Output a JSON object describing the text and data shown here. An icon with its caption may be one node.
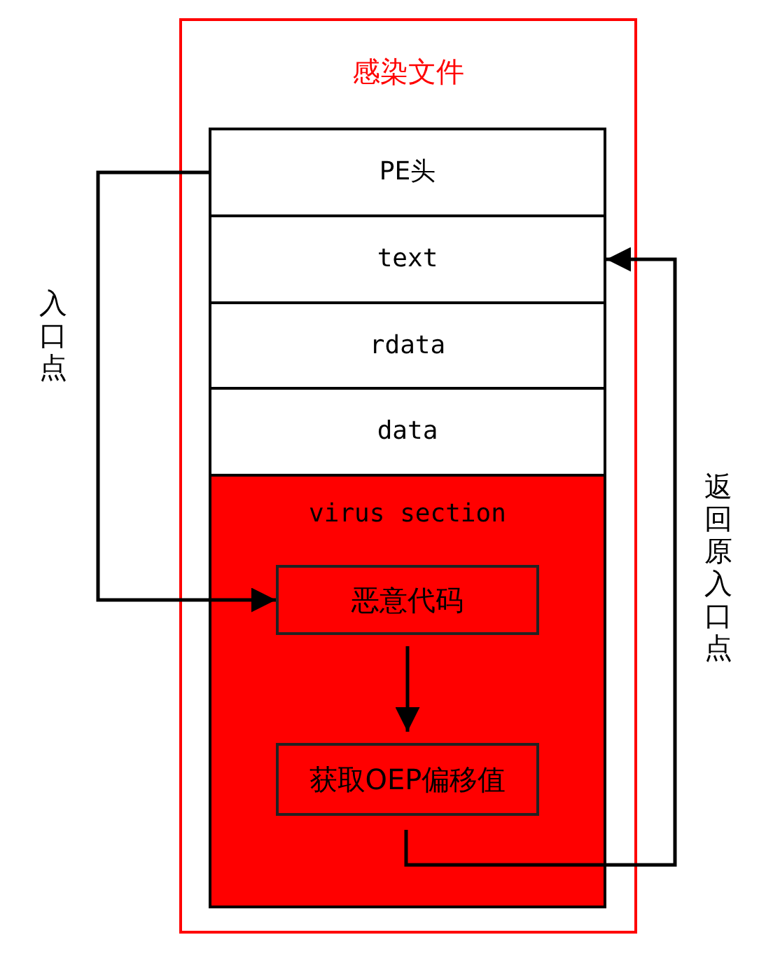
{
  "diagram": {
    "nodes": [
      {
        "text": [
          "感染文件"
        ]
      },
      {
        "text": [
          "PE头"
        ],
        "in": 0
      },
      {
        "text": [
          "text"
        ],
        "in": 0
      },
      {
        "text": [
          "rdata"
        ],
        "in": 0
      },
      {
        "text": [
          "data"
        ],
        "in": 0
      },
      {
        "text": [
          "virus section"
        ],
        "in": 0
      },
      {
        "text": [
          "恶意代码"
        ],
        "in": 5
      },
      {
        "text": [
          "获取OEP偏移值"
        ],
        "in": 5
      }
    ],
    "edges": [
      {
        "from": 1,
        "to": 6,
        "arrow": "to",
        "label": "入口点"
      },
      {
        "from": 6,
        "to": 7,
        "arrow": "to"
      },
      {
        "from": 7,
        "to": 2,
        "arrow": "to",
        "label": "返回原入口点"
      }
    ]
  }
}
